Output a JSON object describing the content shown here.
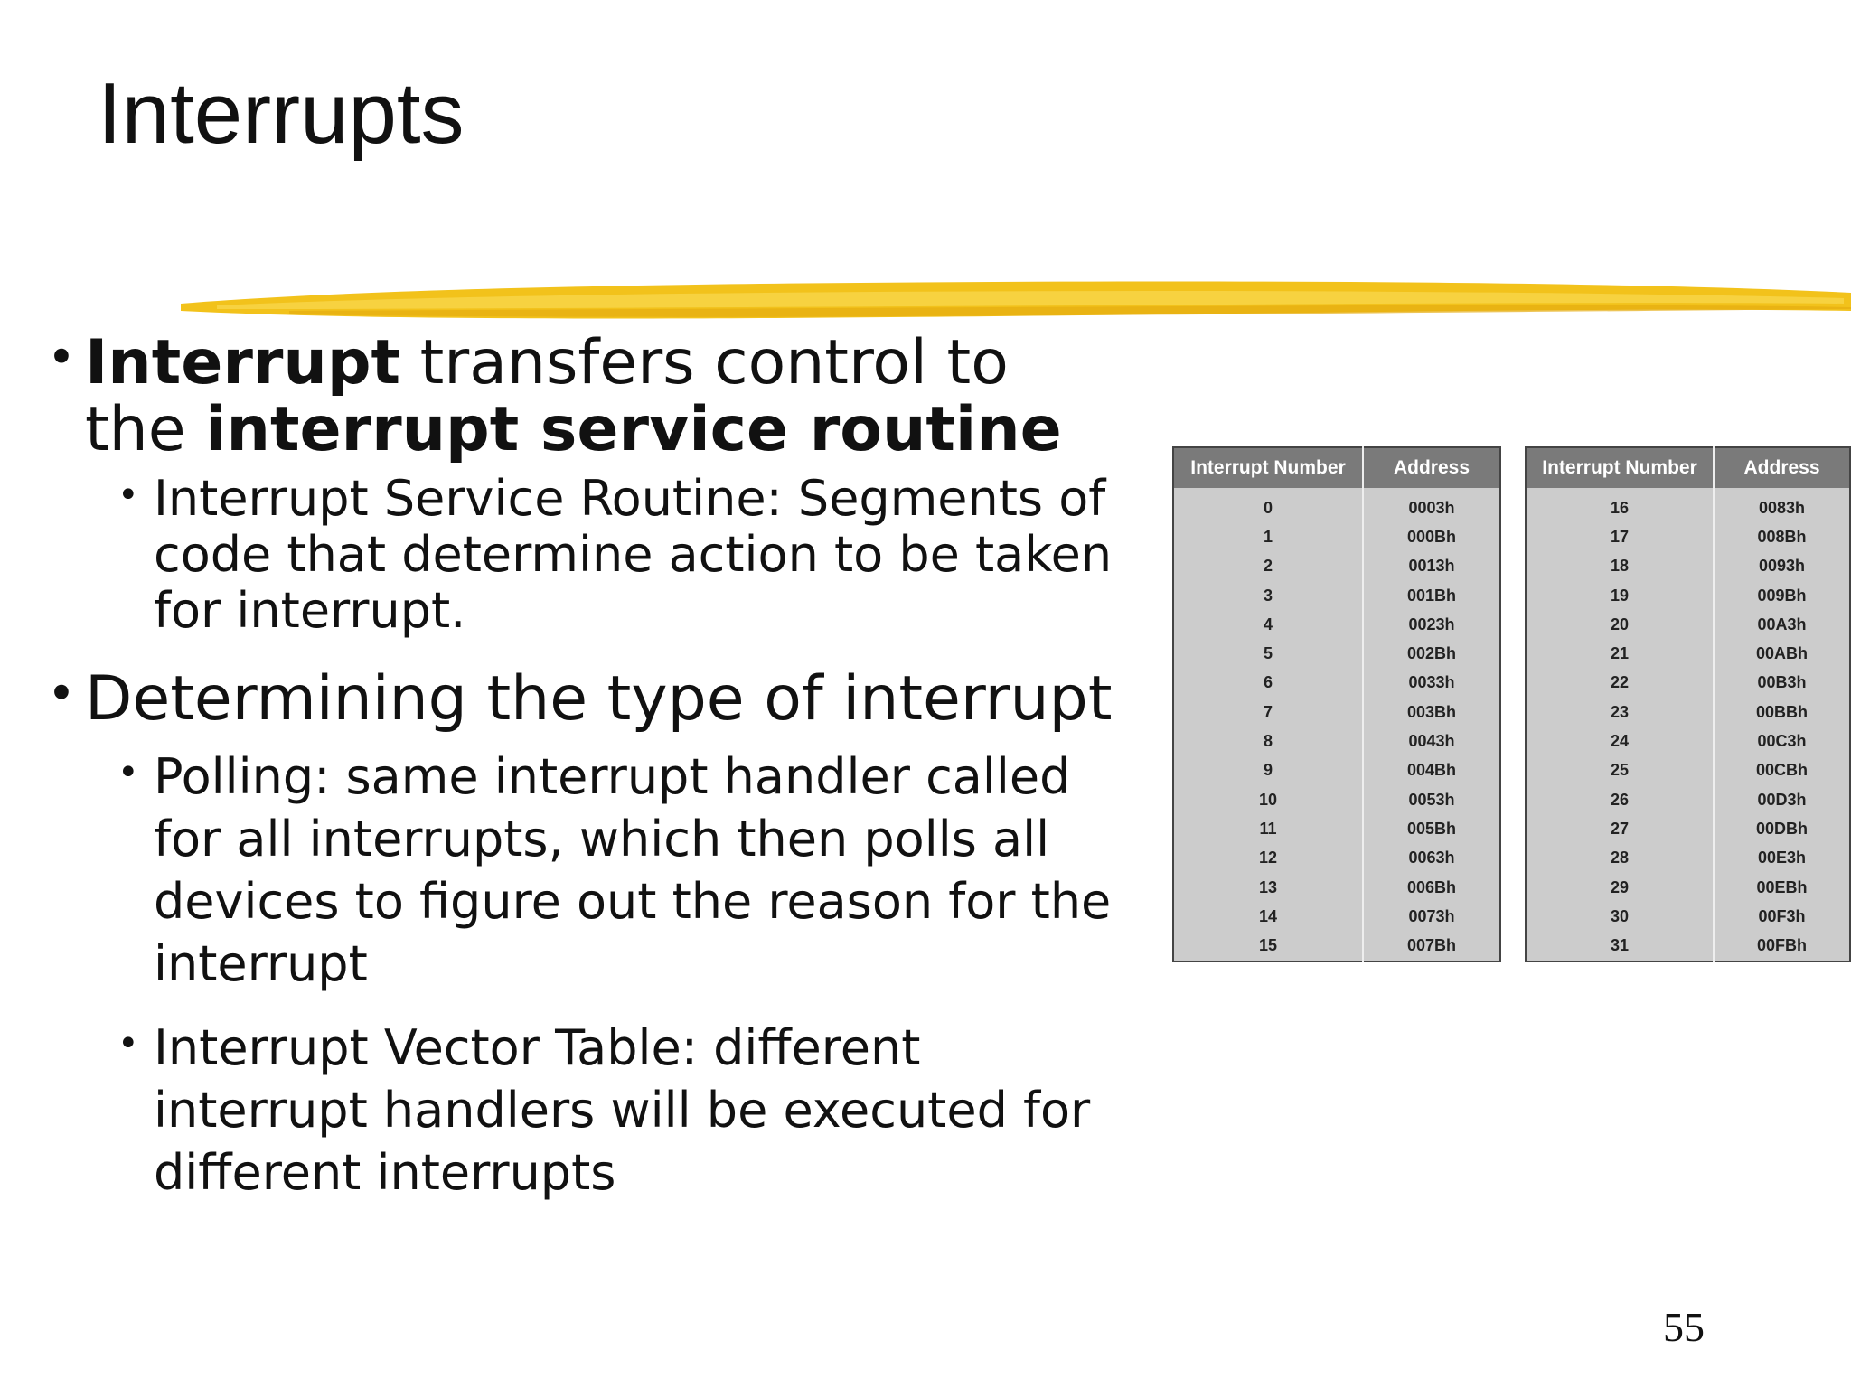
{
  "slide": {
    "title": "Interrupts",
    "page_number": "55",
    "bullets": [
      {
        "bold_lead": "Interrupt",
        "text_mid": " transfers control to the ",
        "bold_tail": "interrupt service routine",
        "sub": [
          "Interrupt Service Routine: Segments of code that determine action to be taken for interrupt."
        ]
      },
      {
        "text": "Determining the type of interrupt",
        "sub": [
          "Polling: same interrupt handler called for all interrupts, which then polls all devices to figure out the reason for the interrupt",
          "Interrupt Vector Table: different interrupt handlers will be executed for different interrupts"
        ]
      }
    ]
  },
  "tables": [
    {
      "headers": [
        "Interrupt Number",
        "Address"
      ],
      "rows": [
        [
          "0",
          "0003h"
        ],
        [
          "1",
          "000Bh"
        ],
        [
          "2",
          "0013h"
        ],
        [
          "3",
          "001Bh"
        ],
        [
          "4",
          "0023h"
        ],
        [
          "5",
          "002Bh"
        ],
        [
          "6",
          "0033h"
        ],
        [
          "7",
          "003Bh"
        ],
        [
          "8",
          "0043h"
        ],
        [
          "9",
          "004Bh"
        ],
        [
          "10",
          "0053h"
        ],
        [
          "11",
          "005Bh"
        ],
        [
          "12",
          "0063h"
        ],
        [
          "13",
          "006Bh"
        ],
        [
          "14",
          "0073h"
        ],
        [
          "15",
          "007Bh"
        ]
      ]
    },
    {
      "headers": [
        "Interrupt Number",
        "Address"
      ],
      "rows": [
        [
          "16",
          "0083h"
        ],
        [
          "17",
          "008Bh"
        ],
        [
          "18",
          "0093h"
        ],
        [
          "19",
          "009Bh"
        ],
        [
          "20",
          "00A3h"
        ],
        [
          "21",
          "00ABh"
        ],
        [
          "22",
          "00B3h"
        ],
        [
          "23",
          "00BBh"
        ],
        [
          "24",
          "00C3h"
        ],
        [
          "25",
          "00CBh"
        ],
        [
          "26",
          "00D3h"
        ],
        [
          "27",
          "00DBh"
        ],
        [
          "28",
          "00E3h"
        ],
        [
          "29",
          "00EBh"
        ],
        [
          "30",
          "00F3h"
        ],
        [
          "31",
          "00FBh"
        ]
      ]
    }
  ]
}
